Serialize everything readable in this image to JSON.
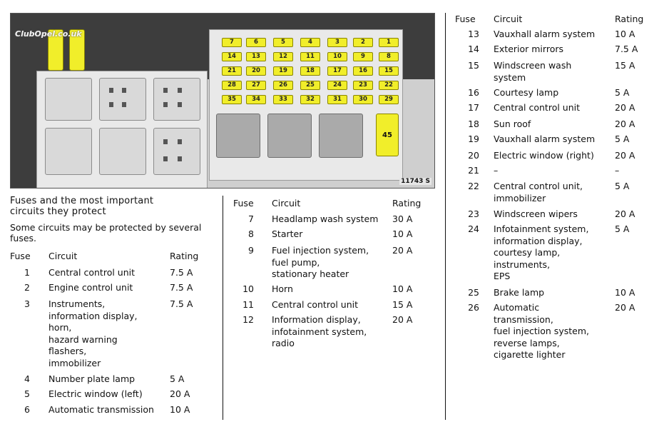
{
  "diagram": {
    "watermark": "ClubOpel.co.uk",
    "reference": "11743 S",
    "fuse_rows": [
      [
        "7",
        "6",
        "5",
        "4",
        "3",
        "2",
        "1"
      ],
      [
        "14",
        "13",
        "12",
        "11",
        "10",
        "9",
        "8"
      ],
      [
        "21",
        "20",
        "19",
        "18",
        "17",
        "16",
        "15"
      ],
      [
        "28",
        "27",
        "26",
        "25",
        "24",
        "23",
        "22"
      ],
      [
        "35",
        "34",
        "33",
        "32",
        "31",
        "30",
        "29"
      ]
    ],
    "large_fuse": "45",
    "colors": {
      "fuse": "#f1ee2a",
      "panel": "#e9e9e9",
      "frame": "#cfcfcf"
    }
  },
  "intro": {
    "title_line1": "Fuses and the most important",
    "title_line2": "circuits they protect",
    "note_line1": "Some circuits may be protected by several",
    "note_line2": "fuses."
  },
  "header": {
    "fuse": "Fuse",
    "circuit": "Circuit",
    "rating": "Rating"
  },
  "columns": [
    [
      {
        "fuse": "1",
        "circuit": [
          "Central control unit"
        ],
        "rating": "7.5 A"
      },
      {
        "fuse": "2",
        "circuit": [
          "Engine control unit"
        ],
        "rating": "7.5 A"
      },
      {
        "fuse": "3",
        "circuit": [
          "Instruments,",
          "information display,",
          "horn,",
          "hazard warning",
          "flashers,",
          "immobilizer"
        ],
        "rating": "7.5 A"
      },
      {
        "fuse": "4",
        "circuit": [
          "Number plate lamp"
        ],
        "rating": "5 A"
      },
      {
        "fuse": "5",
        "circuit": [
          "Electric window (left)"
        ],
        "rating": "20 A"
      },
      {
        "fuse": "6",
        "circuit": [
          "Automatic transmission"
        ],
        "rating": "10 A"
      }
    ],
    [
      {
        "fuse": "7",
        "circuit": [
          "Headlamp wash system"
        ],
        "rating": "30 A"
      },
      {
        "fuse": "8",
        "circuit": [
          "Starter"
        ],
        "rating": "10 A"
      },
      {
        "fuse": "9",
        "circuit": [
          "Fuel injection system,",
          "fuel pump,",
          "stationary heater"
        ],
        "rating": "20 A"
      },
      {
        "fuse": "10",
        "circuit": [
          "Horn"
        ],
        "rating": "10 A"
      },
      {
        "fuse": "11",
        "circuit": [
          "Central control unit"
        ],
        "rating": "15 A"
      },
      {
        "fuse": "12",
        "circuit": [
          "Information display,",
          "infotainment system,",
          "radio"
        ],
        "rating": "20 A"
      }
    ],
    [
      {
        "fuse": "13",
        "circuit": [
          "Vauxhall alarm system"
        ],
        "rating": "10 A"
      },
      {
        "fuse": "14",
        "circuit": [
          "Exterior mirrors"
        ],
        "rating": "7.5 A"
      },
      {
        "fuse": "15",
        "circuit": [
          "Windscreen wash",
          "system"
        ],
        "rating": "15 A"
      },
      {
        "fuse": "16",
        "circuit": [
          "Courtesy lamp"
        ],
        "rating": "5 A"
      },
      {
        "fuse": "17",
        "circuit": [
          "Central control unit"
        ],
        "rating": "20 A"
      },
      {
        "fuse": "18",
        "circuit": [
          "Sun roof"
        ],
        "rating": "20 A"
      },
      {
        "fuse": "19",
        "circuit": [
          "Vauxhall alarm system"
        ],
        "rating": "5 A"
      },
      {
        "fuse": "20",
        "circuit": [
          "Electric window (right)"
        ],
        "rating": "20 A"
      },
      {
        "fuse": "21",
        "circuit": [
          "–"
        ],
        "rating": "–"
      },
      {
        "fuse": "22",
        "circuit": [
          "Central control unit,",
          "immobilizer"
        ],
        "rating": "5 A"
      },
      {
        "fuse": "23",
        "circuit": [
          "Windscreen wipers"
        ],
        "rating": "20 A"
      },
      {
        "fuse": "24",
        "circuit": [
          "Infotainment system,",
          "information display,",
          "courtesy lamp,",
          "instruments,",
          "EPS"
        ],
        "rating": "5 A"
      },
      {
        "fuse": "25",
        "circuit": [
          "Brake lamp"
        ],
        "rating": "10 A"
      },
      {
        "fuse": "26",
        "circuit": [
          "Automatic",
          "transmission,",
          "fuel injection system,",
          "reverse lamps,",
          "cigarette lighter"
        ],
        "rating": "20 A"
      }
    ]
  ]
}
